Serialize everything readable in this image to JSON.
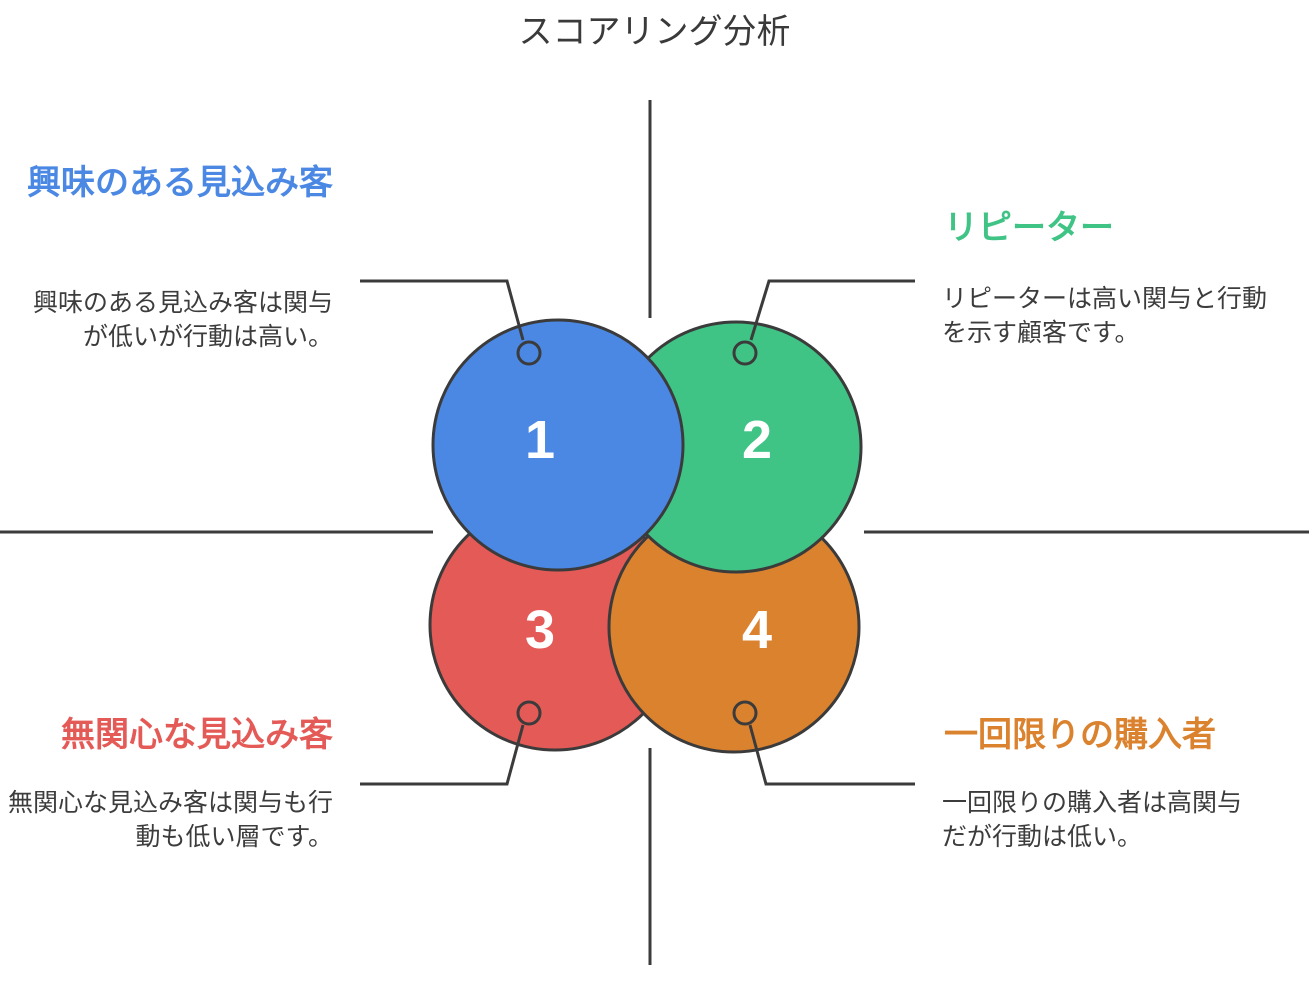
{
  "title": "スコアリング分析",
  "colors": {
    "q1": "#4b88e4",
    "q2": "#3fc485",
    "q3": "#e45a56",
    "q4": "#db822f",
    "stroke": "#3b3b3b"
  },
  "quadrants": [
    {
      "number": "1",
      "heading": "興味のある見込み客",
      "description": "興味のある見込み客は関与が低いが行動は高い。"
    },
    {
      "number": "2",
      "heading": "リピーター",
      "description": "リピーターは高い関与と行動を示す顧客です。"
    },
    {
      "number": "3",
      "heading": "無関心な見込み客",
      "description": "無関心な見込み客は関与も行動も低い層です。"
    },
    {
      "number": "4",
      "heading": "一回限りの購入者",
      "description": "一回限りの購入者は高関与だが行動は低い。"
    }
  ]
}
